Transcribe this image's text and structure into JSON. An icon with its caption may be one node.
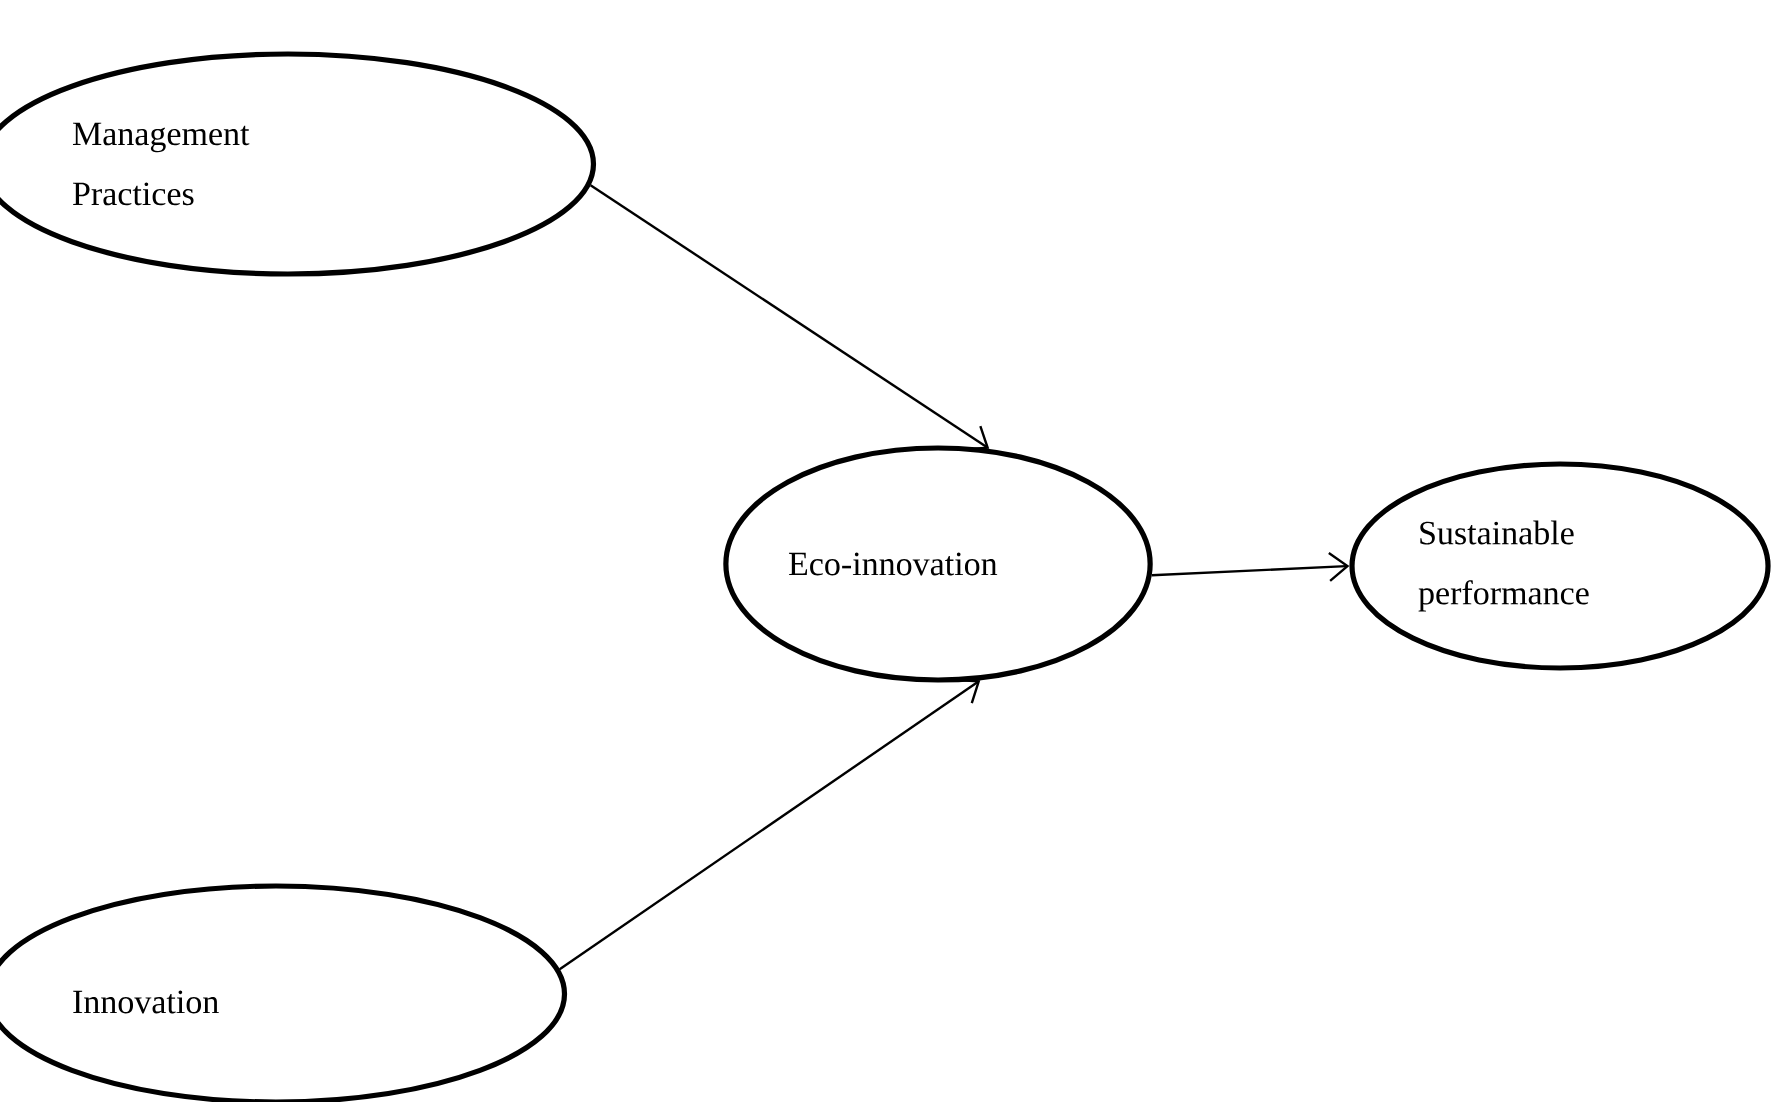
{
  "diagram": {
    "nodes": [
      {
        "text": [
          "Management Practices"
        ]
      },
      {
        "text": [
          "Eco-innovation"
        ]
      },
      {
        "text": [
          "Sustainable performance"
        ]
      },
      {
        "text": [
          "Innovation"
        ]
      }
    ],
    "edges": [
      {
        "from": 0,
        "to": 1,
        "arrow": "to"
      },
      {
        "from": 3,
        "to": 1,
        "arrow": "to"
      },
      {
        "from": 1,
        "to": 2,
        "arrow": "to"
      }
    ]
  }
}
